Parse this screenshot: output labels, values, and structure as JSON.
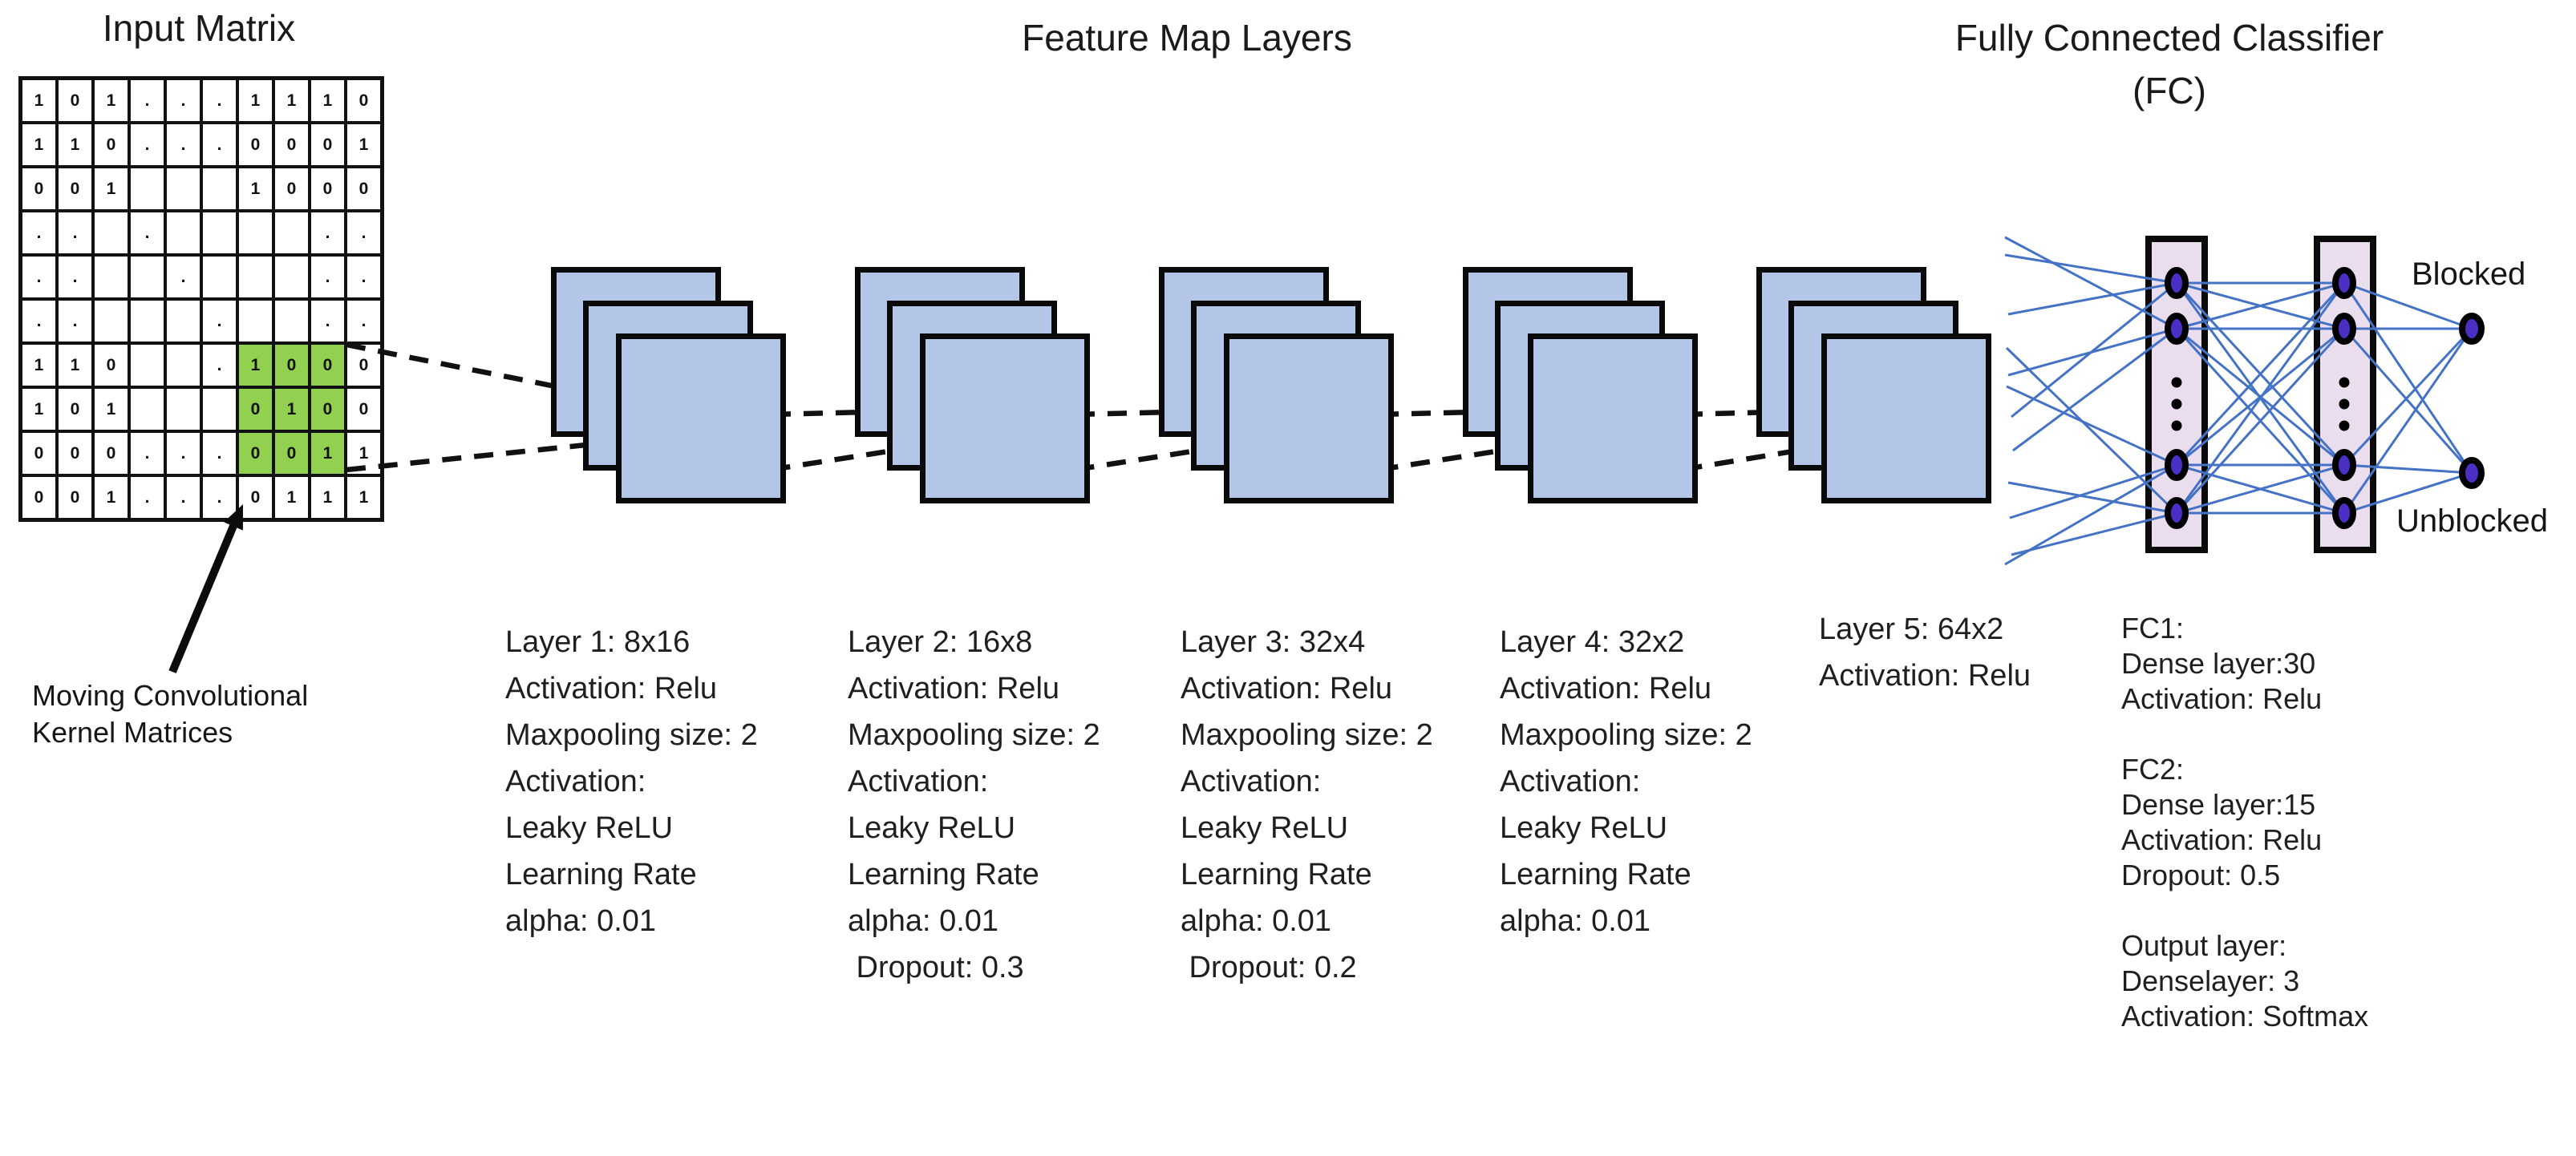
{
  "titles": {
    "input_matrix": "Input Matrix",
    "feature_maps": "Feature Map Layers",
    "fc_line1": "Fully Connected Classifier",
    "fc_line2": "(FC)"
  },
  "matrix": {
    "rows": [
      [
        "1",
        "0",
        "1",
        ".",
        ".",
        ".",
        "1",
        "1",
        "1",
        "0"
      ],
      [
        "1",
        "1",
        "0",
        ".",
        ".",
        ".",
        "0",
        "0",
        "0",
        "1"
      ],
      [
        "0",
        "0",
        "1",
        "",
        "",
        "",
        "1",
        "0",
        "0",
        "0"
      ],
      [
        ".",
        ".",
        "",
        ".",
        "",
        "",
        "",
        "",
        ".",
        "."
      ],
      [
        ".",
        ".",
        "",
        "",
        ".",
        "",
        "",
        "",
        ".",
        "."
      ],
      [
        ".",
        ".",
        "",
        "",
        "",
        ".",
        "",
        "",
        ".",
        "."
      ],
      [
        "1",
        "1",
        "0",
        "",
        "",
        ".",
        "1",
        "0",
        "0",
        "0"
      ],
      [
        "1",
        "0",
        "1",
        "",
        "",
        "",
        "0",
        "1",
        "0",
        "0"
      ],
      [
        "0",
        "0",
        "0",
        ".",
        ".",
        ".",
        "0",
        "0",
        "1",
        "1"
      ],
      [
        "0",
        "0",
        "1",
        ".",
        ".",
        ".",
        "0",
        "1",
        "1",
        "1"
      ]
    ],
    "highlight": {
      "row_start": 6,
      "row_end": 8,
      "col_start": 6,
      "col_end": 8
    },
    "annotation_lines": [
      "Moving Convolutional",
      "Kernel Matrices"
    ]
  },
  "feature_map_stack_count": 5,
  "layers": [
    {
      "lines": [
        "Layer 1: 8x16",
        "Activation: Relu",
        "Maxpooling size: 2",
        "Activation:",
        "Leaky ReLU",
        "Learning Rate",
        "alpha: 0.01"
      ]
    },
    {
      "lines": [
        "Layer 2: 16x8",
        "Activation: Relu",
        "Maxpooling size: 2",
        "Activation:",
        "Leaky ReLU",
        "Learning Rate",
        "alpha: 0.01",
        " Dropout: 0.3"
      ]
    },
    {
      "lines": [
        "Layer 3: 32x4",
        "Activation: Relu",
        "Maxpooling size: 2",
        "Activation:",
        "Leaky ReLU",
        "Learning Rate",
        "alpha: 0.01",
        " Dropout: 0.2"
      ]
    },
    {
      "lines": [
        "Layer 4: 32x2",
        "Activation: Relu",
        "Maxpooling size: 2",
        "Activation:",
        "Leaky ReLU",
        "Learning Rate",
        "alpha: 0.01"
      ]
    },
    {
      "lines": [
        "Layer 5: 64x2",
        "Activation: Relu"
      ]
    }
  ],
  "fc": {
    "blocks": [
      {
        "lines": [
          "FC1:",
          "Dense layer:30",
          "Activation: Relu"
        ]
      },
      {
        "lines": [
          "FC2:",
          "Dense layer:15",
          "Activation: Relu",
          "Dropout: 0.5"
        ]
      },
      {
        "lines": [
          "Output layer:",
          "Denselayer: 3",
          "Activation: Softmax"
        ]
      }
    ],
    "output_labels": {
      "top": "Blocked",
      "bottom": "Unblocked"
    },
    "visible_nodes_per_hidden_column": 4,
    "output_node_count": 2
  },
  "colors": {
    "feature_map_fill": "#b3c6e7",
    "highlight_green": "#92d050",
    "fc_column_fill": "#eaddee",
    "node_fill": "#4b2fc4",
    "connection_blue": "#4472c4"
  }
}
